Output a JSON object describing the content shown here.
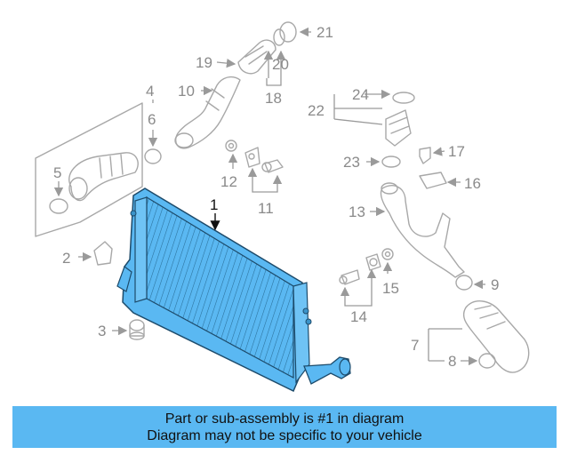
{
  "banner": {
    "line1": "Part or sub-assembly is #1 in diagram",
    "line2": "Diagram may not be specific to your vehicle"
  },
  "callouts": {
    "c1": "1",
    "c2": "2",
    "c3": "3",
    "c4": "4",
    "c5": "5",
    "c6": "6",
    "c7": "7",
    "c8": "8",
    "c9": "9",
    "c10": "10",
    "c11": "11",
    "c12": "12",
    "c13": "13",
    "c14": "14",
    "c15": "15",
    "c16": "16",
    "c17": "17",
    "c18": "18",
    "c19": "19",
    "c20": "20",
    "c21": "21",
    "c22": "22",
    "c23": "23",
    "c24": "24"
  },
  "colors": {
    "highlight_part": "#5ab8f2",
    "banner_bg": "#5ab8f2",
    "ghost_lines": "#a8a8a8"
  }
}
